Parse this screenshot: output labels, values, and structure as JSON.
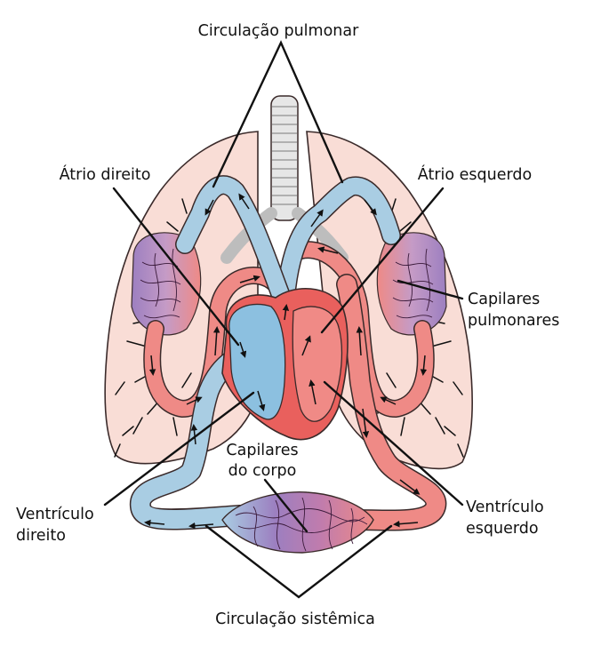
{
  "labels": {
    "pulmonary_circulation": "Circulação pulmonar",
    "right_atrium": "Átrio direito",
    "left_atrium": "Átrio esquerdo",
    "pulmonary_capillaries_line1": "Capilares",
    "pulmonary_capillaries_line2": "pulmonares",
    "body_capillaries_line1": "Capilares",
    "body_capillaries_line2": "do corpo",
    "right_ventricle_line1": "Ventrículo",
    "right_ventricle_line2": "direito",
    "left_ventricle_line1": "Ventrículo",
    "left_ventricle_line2": "esquerdo",
    "systemic_circulation": "Circulação sistêmica"
  },
  "colors": {
    "lung_fill": "#f9ddd6",
    "lung_outline": "#3a2a2a",
    "oxygenated_blood": "#ef8a86",
    "deoxygenated_blood": "#a9cde3",
    "capillary_mix": "#a98bc4",
    "heart_red": "#e9605d",
    "heart_blue": "#8cc0e0",
    "trachea": "#e6e6e6"
  }
}
